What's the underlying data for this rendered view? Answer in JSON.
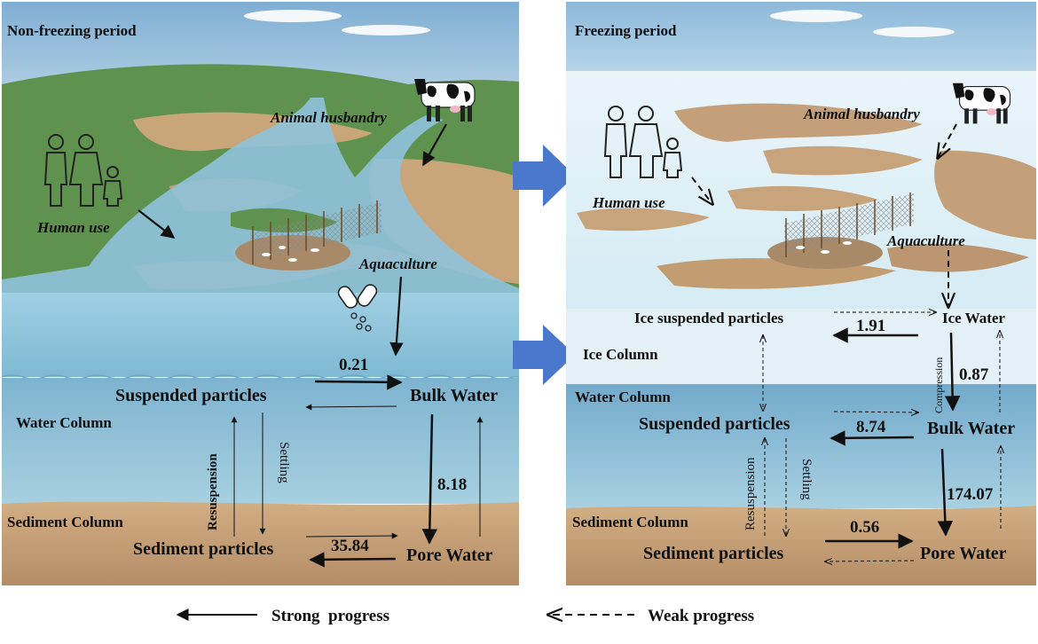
{
  "left_panel": {
    "title": "Non-freezing period",
    "sources": {
      "animal": "Animal husbandry",
      "human": "Human use",
      "aquaculture": "Aquaculture"
    },
    "columns": {
      "water": "Water Column",
      "sediment": "Sediment Column"
    },
    "compartments": {
      "suspended": "Suspended particles",
      "bulk": "Bulk Water",
      "sediment": "Sediment particles",
      "pore": "Pore Water"
    },
    "processes": {
      "resuspension": "Resuspension",
      "settling": "Settling"
    },
    "fluxes": {
      "susp_to_bulk": "0.21",
      "bulk_to_pore": "8.18",
      "pore_to_sediment": "35.84"
    }
  },
  "right_panel": {
    "title": "Freezing period",
    "sources": {
      "animal": "Animal husbandry",
      "human": "Human use",
      "aquaculture": "Aquaculture"
    },
    "columns": {
      "ice": "Ice Column",
      "water": "Water Column",
      "sediment": "Sediment Column"
    },
    "compartments": {
      "ice_suspended": "Ice suspended particles",
      "ice_water": "Ice Water",
      "suspended": "Suspended particles",
      "bulk": "Bulk Water",
      "sediment": "Sediment particles",
      "pore": "Pore Water"
    },
    "processes": {
      "compression": "Compression",
      "resuspension": "Resuspension",
      "settling": "Settling"
    },
    "fluxes": {
      "icewater_to_icesusp": "1.91",
      "icewater_to_bulk": "0.87",
      "bulk_to_susp": "8.74",
      "bulk_to_pore": "174.07",
      "sediment_to_pore": "0.56"
    }
  },
  "legend": {
    "strong": "Strong  progress",
    "weak": "Weak progress"
  },
  "colors": {
    "transition_arrow": "#4a78cc",
    "sky": "#8fb6d8",
    "water": "#9ccbe0",
    "sediment": "#c9a57c",
    "land_green": "#5e9150",
    "ice": "#dbedf5"
  }
}
